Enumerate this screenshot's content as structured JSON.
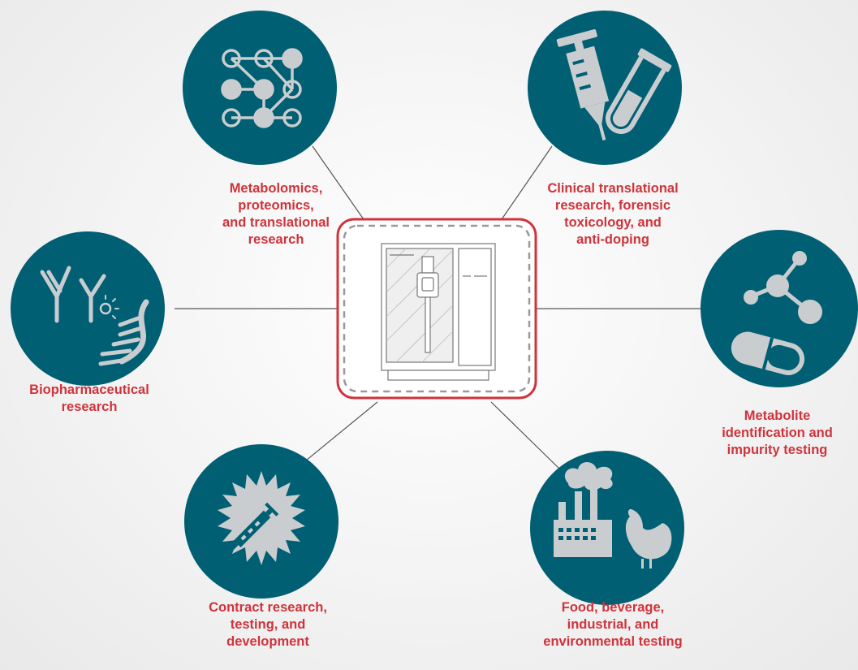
{
  "colors": {
    "circle": "#005f73",
    "icon": "#c9cdd0",
    "label": "#d0333b",
    "frame": "#d0333b",
    "connector": "#555555"
  },
  "center": {
    "name": "mass-spectrometer-instrument",
    "icon": "instrument-icon"
  },
  "applications": [
    {
      "id": "metabolomics",
      "icon": "network-nodes-icon",
      "lines": [
        "Metabolomics,",
        "proteomics,",
        "and translational",
        "research"
      ]
    },
    {
      "id": "clinical",
      "icon": "syringe-test-tube-icon",
      "lines": [
        "Clinical translational",
        "research, forensic",
        "toxicology, and",
        "anti-doping"
      ]
    },
    {
      "id": "biopharma",
      "icon": "antibody-dna-icon",
      "lines": [
        "Biopharmaceutical",
        "research"
      ]
    },
    {
      "id": "metabolite",
      "icon": "molecule-capsule-icon",
      "lines": [
        "Metabolite",
        "identification and",
        "impurity testing"
      ]
    },
    {
      "id": "contract",
      "icon": "syringe-burst-icon",
      "lines": [
        "Contract research,",
        "testing, and",
        "development"
      ]
    },
    {
      "id": "food",
      "icon": "factory-chicken-icon",
      "lines": [
        "Food, beverage,",
        "industrial, and",
        "environmental testing"
      ]
    }
  ]
}
